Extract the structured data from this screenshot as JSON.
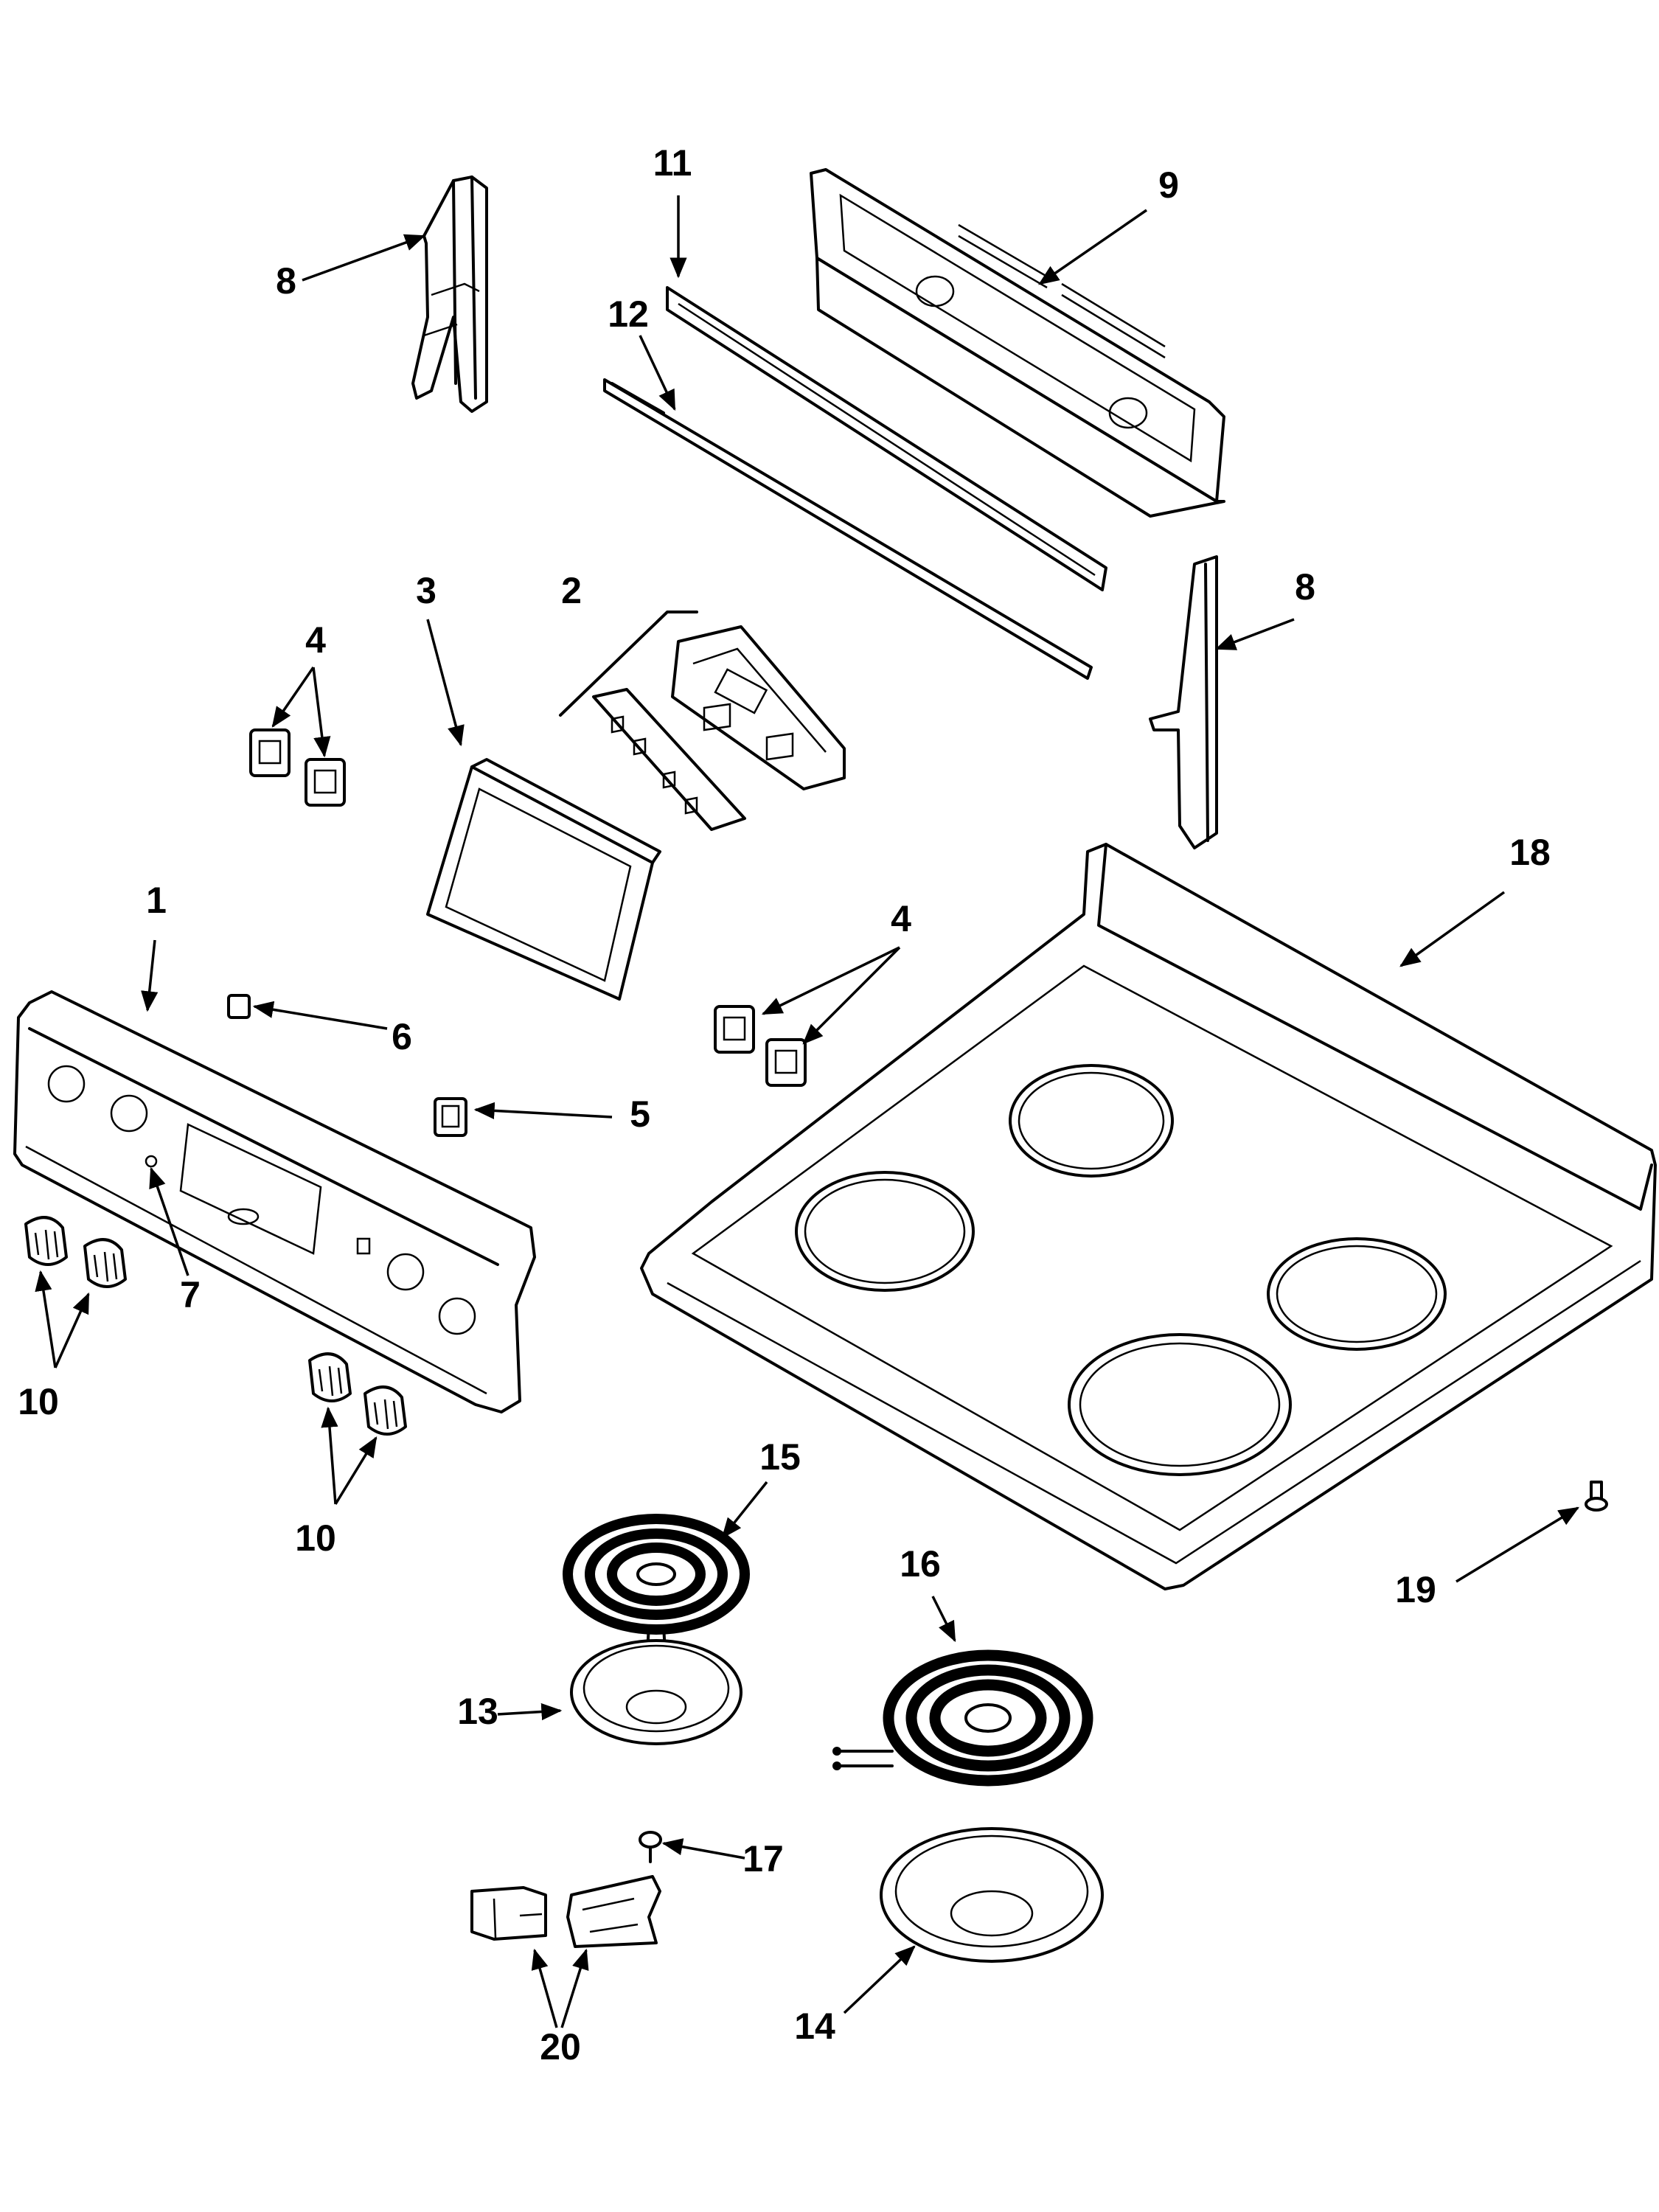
{
  "callouts": {
    "c1": "1",
    "c2": "2",
    "c3": "3",
    "c4a": "4",
    "c4b": "4",
    "c5": "5",
    "c6": "6",
    "c7": "7",
    "c8a": "8",
    "c8b": "8",
    "c9": "9",
    "c10a": "10",
    "c10b": "10",
    "c11": "11",
    "c12": "12",
    "c13": "13",
    "c14": "14",
    "c15": "15",
    "c16": "16",
    "c17": "17",
    "c18": "18",
    "c19": "19",
    "c20": "20"
  }
}
